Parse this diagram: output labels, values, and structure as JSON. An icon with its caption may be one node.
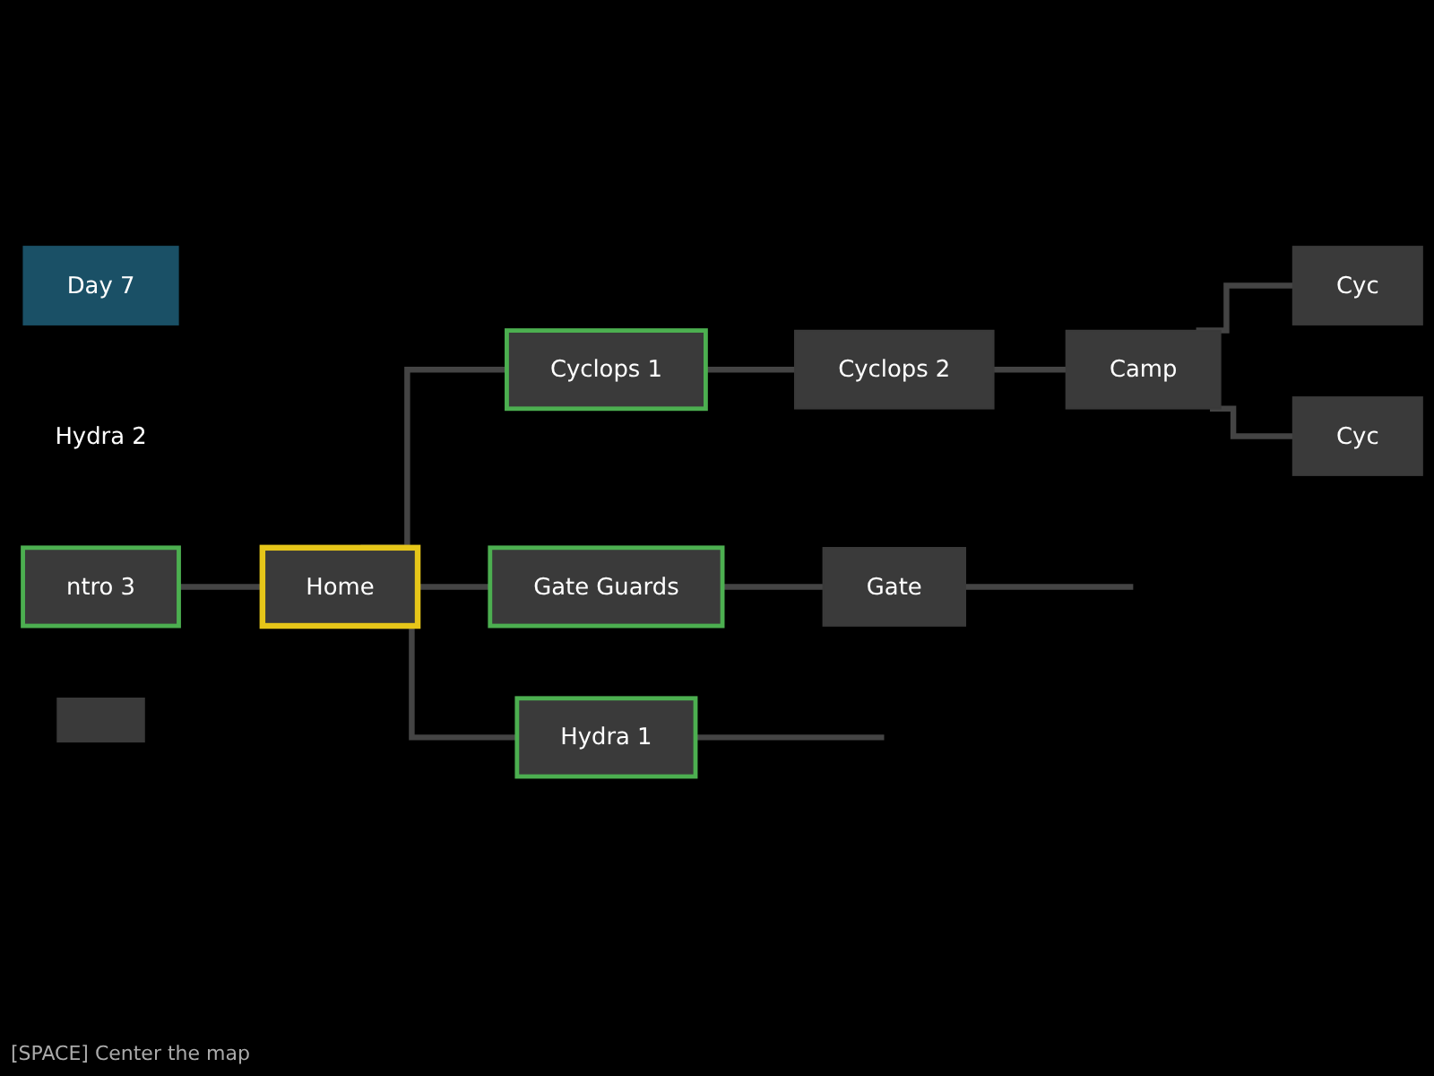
{
  "diagram": {
    "nodes": [
      {
        "text": [
          "Day 7"
        ]
      },
      {
        "text": [
          "Hydra 2"
        ]
      },
      {
        "text": [
          "Hydra 1"
        ]
      },
      {
        "text": [
          "Cyclops 2"
        ]
      },
      {
        "text": [
          "Camp"
        ]
      },
      {
        "text": [
          "Cyc"
        ]
      },
      {
        "text": [
          "Cyclops 1"
        ]
      },
      {
        "text": [
          "Cyc"
        ]
      },
      {
        "text": [
          "ntro 3"
        ]
      },
      {
        "text": [
          "Home"
        ]
      },
      {
        "text": [
          "Gate Guards"
        ]
      },
      {
        "text": [
          "Gate"
        ]
      },
      {
        "text": [],
        "shape": "box"
      }
    ],
    "edges": [
      {
        "from": 8,
        "to": 9,
        "arrow": "none"
      },
      {
        "from": 9,
        "to": 2,
        "arrow": "none"
      },
      {
        "from": 9,
        "to": 6,
        "arrow": "none"
      },
      {
        "from": 9,
        "to": 10,
        "arrow": "none"
      },
      {
        "from": 2,
        "to": null,
        "arrow": "none"
      },
      {
        "from": 6,
        "to": 3,
        "arrow": "none"
      },
      {
        "from": 3,
        "to": 4,
        "arrow": "none"
      },
      {
        "from": 4,
        "to": 5,
        "arrow": "none"
      },
      {
        "from": 4,
        "to": 7,
        "arrow": "none"
      },
      {
        "from": 10,
        "to": 11,
        "arrow": "none"
      },
      {
        "from": 11,
        "to": null,
        "arrow": "none"
      }
    ],
    "labels": [
      "[SPACE] Center the map"
    ]
  }
}
